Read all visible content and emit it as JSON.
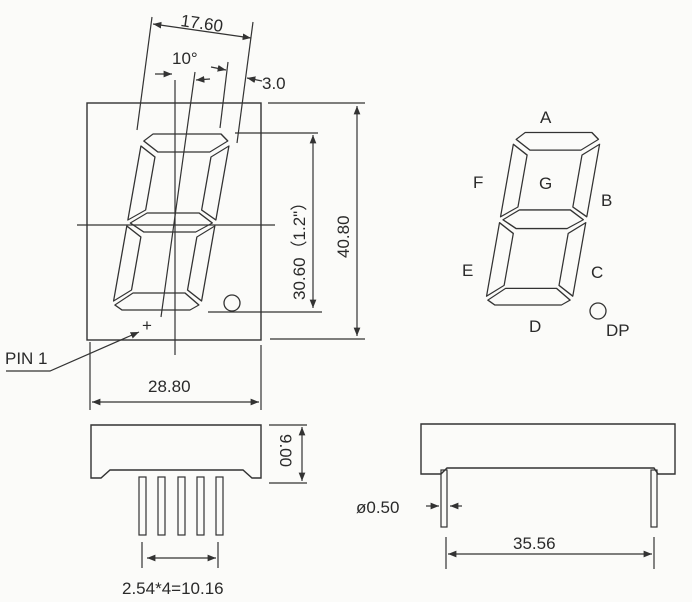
{
  "title": "1.2 inch single digit 7-segment LED display dimensions",
  "front_view": {
    "dim_digit_width": "17.60",
    "dim_slant": "10°",
    "dim_segment": "3.0",
    "dim_digit_height": "30.60（1.2\"）",
    "dim_body_height": "40.80",
    "dim_body_width": "28.80",
    "pin1_label": "PIN 1",
    "pin1_mark": "+"
  },
  "segment_map": {
    "labels": {
      "a": "A",
      "b": "B",
      "c": "C",
      "d": "D",
      "e": "E",
      "f": "F",
      "g": "G",
      "dp": "DP"
    }
  },
  "side_view": {
    "dim_thickness": "9.00",
    "dim_pin_pitch": "2.54*4=10.16"
  },
  "end_view": {
    "dim_pin_diameter": "ø0.50",
    "dim_row_spacing": "35.56"
  },
  "colors": {
    "line": "#333333",
    "background": "#fbfbf9"
  }
}
